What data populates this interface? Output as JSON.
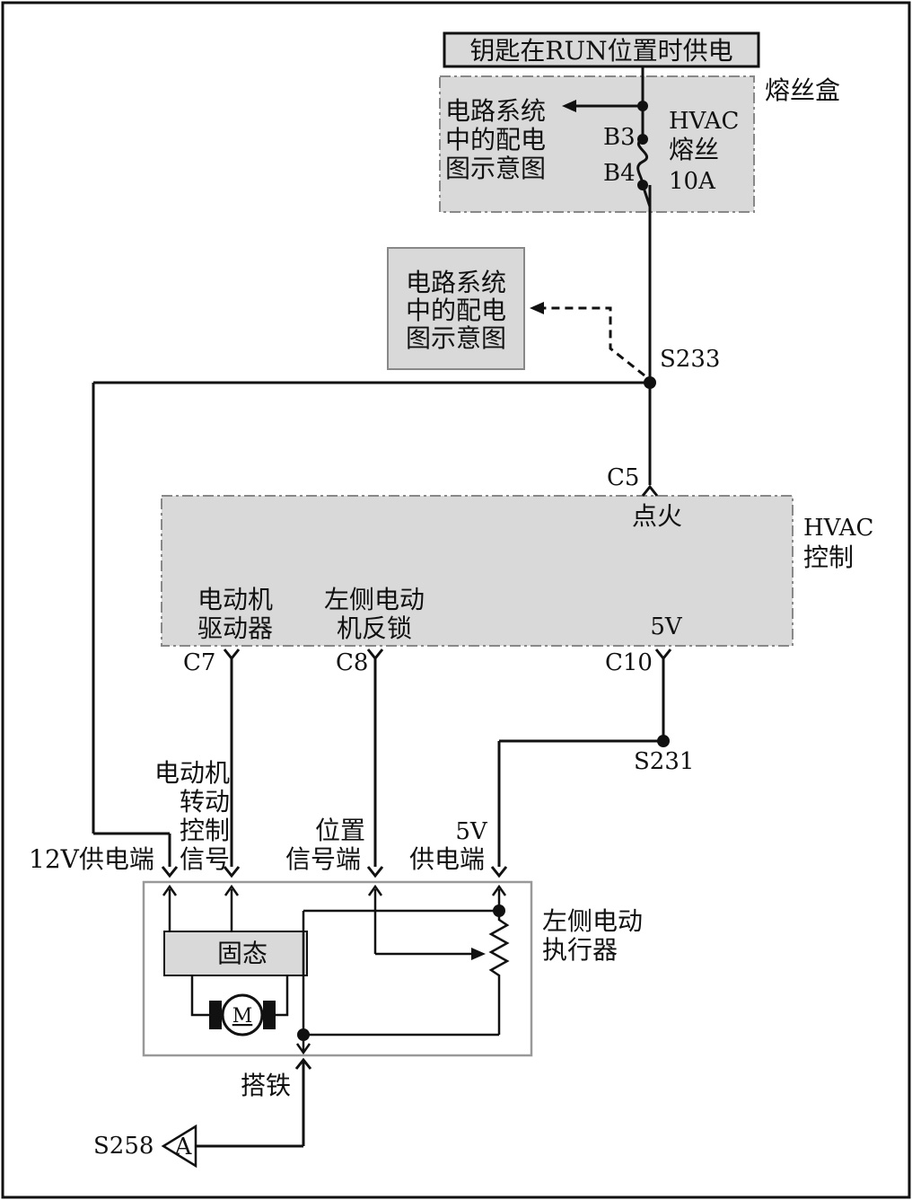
{
  "power_source": {
    "label": "钥匙在RUN位置时供电"
  },
  "fuse_box": {
    "name": "熔丝盒",
    "ref_text": [
      "电路系统",
      "中的配电",
      "图示意图"
    ],
    "pin_top": "B3",
    "pin_bottom": "B4",
    "fuse_label": [
      "HVAC",
      "熔丝",
      "10A"
    ]
  },
  "reference_box": {
    "lines": [
      "电路系统",
      "中的配电",
      "图示意图"
    ]
  },
  "splices": {
    "upper": "S233",
    "lower": "S231"
  },
  "hvac_control": {
    "name": [
      "HVAC",
      "控制"
    ],
    "ignition_pin": "C5",
    "ignition_label": "点火",
    "motor_driver_pin": "C7",
    "motor_driver_label": [
      "电动机",
      "驱动器"
    ],
    "feedback_pin": "C8",
    "feedback_label": [
      "左侧电动",
      "机反锁"
    ],
    "ref5v_pin": "C10",
    "ref5v_label": "5V"
  },
  "actuator": {
    "name": [
      "左侧电动",
      "执行器"
    ],
    "supply_12v_label": "12V供电端",
    "motor_control_label": [
      "电动机",
      "转动",
      "控制",
      "信号"
    ],
    "position_label": [
      "位置",
      "信号端"
    ],
    "supply_5v_label": [
      "5V",
      "供电端"
    ],
    "solid_state_label": "固态",
    "motor_symbol": "M"
  },
  "ground": {
    "label": "搭铁",
    "splice": "S258",
    "connector": "A"
  }
}
